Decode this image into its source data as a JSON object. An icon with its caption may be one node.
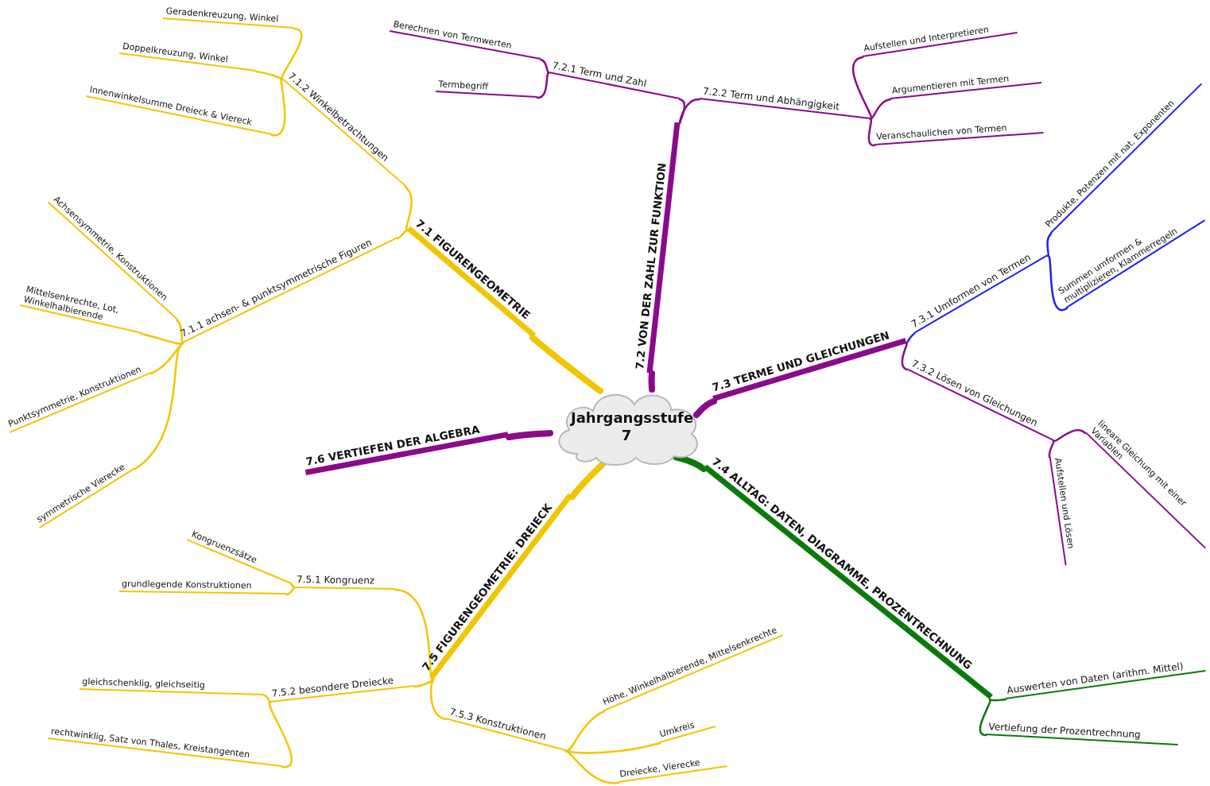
{
  "diagram": {
    "nodes": [
      {
        "text": [
          "Jahrgangsstufe 7"
        ]
      },
      {
        "text": [
          "7.1 FIGURENGEOMETRIE"
        ]
      },
      {
        "text": [
          "7.1.1 achsen- & punktsymmetrische Figuren"
        ]
      },
      {
        "text": [
          "Achsensymmetrie, Konstruktionen"
        ]
      },
      {
        "text": [
          "Mittelsenkrechte, Lot, Winkelhalbierende"
        ]
      },
      {
        "text": [
          "Punktsymmetrie, Konstruktionen"
        ]
      },
      {
        "text": [
          "symmetrische Vierecke"
        ]
      },
      {
        "text": [
          "7.1.2 Winkelbetrachtungen"
        ]
      },
      {
        "text": [
          "Geradenkreuzung, Winkel"
        ]
      },
      {
        "text": [
          "Doppelkreuzung, Winkel"
        ]
      },
      {
        "text": [
          "Innenwinkelsumme Dreieck & Viereck"
        ]
      },
      {
        "text": [
          "7.2 VON DER ZAHL ZUR FUNKTION"
        ]
      },
      {
        "text": [
          "7.2.1 Term und Zahl"
        ]
      },
      {
        "text": [
          "Berechnen von Termwerten"
        ]
      },
      {
        "text": [
          "Termbegriff"
        ]
      },
      {
        "text": [
          "7.2.2 Term und Abhängigkeit"
        ]
      },
      {
        "text": [
          "Aufstellen und Interpretieren"
        ]
      },
      {
        "text": [
          "Argumentieren mit Termen"
        ]
      },
      {
        "text": [
          "Veranschaulichen von Termen"
        ]
      },
      {
        "text": [
          "7.3 TERME UND GLEICHUNGEN"
        ]
      },
      {
        "text": [
          "7.3.1 Umformen von Termen"
        ]
      },
      {
        "text": [
          "Produkte, Potenzen mit nat. Exponenten"
        ]
      },
      {
        "text": [
          "Summen umformen & multiplizieren, Klammerregeln"
        ]
      },
      {
        "text": [
          "7.3.2 Lösen von Gleichungen"
        ]
      },
      {
        "text": [
          "lineare Gleichung mit einer Variablen"
        ]
      },
      {
        "text": [
          "Aufstellen und Lösen"
        ]
      },
      {
        "text": [
          "7.4 ALLTAG: DATEN, DIAGRAMME, PROZENTRECHNUNG"
        ]
      },
      {
        "text": [
          "Auswerten von Daten (arithm. Mittel)"
        ]
      },
      {
        "text": [
          "Vertiefung der Prozentrechnung"
        ]
      },
      {
        "text": [
          "7.5 FIGURENGEOMETRIE: DREIECK"
        ]
      },
      {
        "text": [
          "7.5.1 Kongruenz"
        ]
      },
      {
        "text": [
          "Kongruenzsätze"
        ]
      },
      {
        "text": [
          "grundlegende Konstruktionen"
        ]
      },
      {
        "text": [
          "7.5.2 besondere Dreiecke"
        ]
      },
      {
        "text": [
          "gleichschenklig, gleichseitig"
        ]
      },
      {
        "text": [
          "rechtwinklig, Satz von Thales, Kreistangenten"
        ]
      },
      {
        "text": [
          "7.5.3 Konstruktionen"
        ]
      },
      {
        "text": [
          "Höhe, Winkelhalbierende, Mittelsenkrechte"
        ]
      },
      {
        "text": [
          "Umkreis"
        ]
      },
      {
        "text": [
          "Dreiecke, Vierecke"
        ]
      },
      {
        "text": [
          "7.6 VERTIEFEN DER ALGEBRA"
        ]
      }
    ],
    "edges": [
      {
        "from": 0,
        "to": 1,
        "arrow": "none",
        "style": "thick"
      },
      {
        "from": 1,
        "to": 2,
        "arrow": "none"
      },
      {
        "from": 2,
        "to": 3,
        "arrow": "none"
      },
      {
        "from": 2,
        "to": 4,
        "arrow": "none"
      },
      {
        "from": 2,
        "to": 5,
        "arrow": "none"
      },
      {
        "from": 2,
        "to": 6,
        "arrow": "none"
      },
      {
        "from": 1,
        "to": 7,
        "arrow": "none"
      },
      {
        "from": 7,
        "to": 8,
        "arrow": "none"
      },
      {
        "from": 7,
        "to": 9,
        "arrow": "none"
      },
      {
        "from": 7,
        "to": 10,
        "arrow": "none"
      },
      {
        "from": 0,
        "to": 11,
        "arrow": "none",
        "style": "thick",
        "color": "#8b0a8b"
      },
      {
        "from": 11,
        "to": 12,
        "arrow": "none",
        "color": "#8b0a8b"
      },
      {
        "from": 12,
        "to": 13,
        "arrow": "none",
        "color": "#8b0a8b"
      },
      {
        "from": 12,
        "to": 14,
        "arrow": "none",
        "color": "#8b0a8b"
      },
      {
        "from": 11,
        "to": 15,
        "arrow": "none",
        "color": "#8b0a8b"
      },
      {
        "from": 15,
        "to": 16,
        "arrow": "none",
        "color": "#8b0a8b"
      },
      {
        "from": 15,
        "to": 17,
        "arrow": "none",
        "color": "#8b0a8b"
      },
      {
        "from": 15,
        "to": 18,
        "arrow": "none",
        "color": "#8b0a8b"
      },
      {
        "from": 0,
        "to": 19,
        "arrow": "none",
        "style": "thick",
        "color": "#8b0a8b"
      },
      {
        "from": 19,
        "to": 20,
        "arrow": "none",
        "color": "#2020f0"
      },
      {
        "from": 20,
        "to": 21,
        "arrow": "none",
        "color": "#2020f0"
      },
      {
        "from": 20,
        "to": 22,
        "arrow": "none",
        "color": "#2020f0"
      },
      {
        "from": 19,
        "to": 23,
        "arrow": "none",
        "color": "#8b0a8b"
      },
      {
        "from": 23,
        "to": 24,
        "arrow": "none",
        "color": "#8b0a8b"
      },
      {
        "from": 23,
        "to": 25,
        "arrow": "none",
        "color": "#8b0a8b"
      },
      {
        "from": 0,
        "to": 26,
        "arrow": "none",
        "style": "thick",
        "color": "#0a7a0a"
      },
      {
        "from": 26,
        "to": 27,
        "arrow": "none",
        "color": "#0a7a0a"
      },
      {
        "from": 26,
        "to": 28,
        "arrow": "none",
        "color": "#0a7a0a"
      },
      {
        "from": 0,
        "to": 29,
        "arrow": "none",
        "style": "thick"
      },
      {
        "from": 29,
        "to": 30,
        "arrow": "none"
      },
      {
        "from": 30,
        "to": 31,
        "arrow": "none"
      },
      {
        "from": 30,
        "to": 32,
        "arrow": "none"
      },
      {
        "from": 29,
        "to": 33,
        "arrow": "none"
      },
      {
        "from": 33,
        "to": 34,
        "arrow": "none"
      },
      {
        "from": 33,
        "to": 35,
        "arrow": "none"
      },
      {
        "from": 29,
        "to": 36,
        "arrow": "none"
      },
      {
        "from": 36,
        "to": 37,
        "arrow": "none"
      },
      {
        "from": 36,
        "to": 38,
        "arrow": "none"
      },
      {
        "from": 36,
        "to": 39,
        "arrow": "none"
      },
      {
        "from": 0,
        "to": 40,
        "arrow": "none",
        "style": "thick",
        "color": "#8b0a8b"
      }
    ]
  }
}
